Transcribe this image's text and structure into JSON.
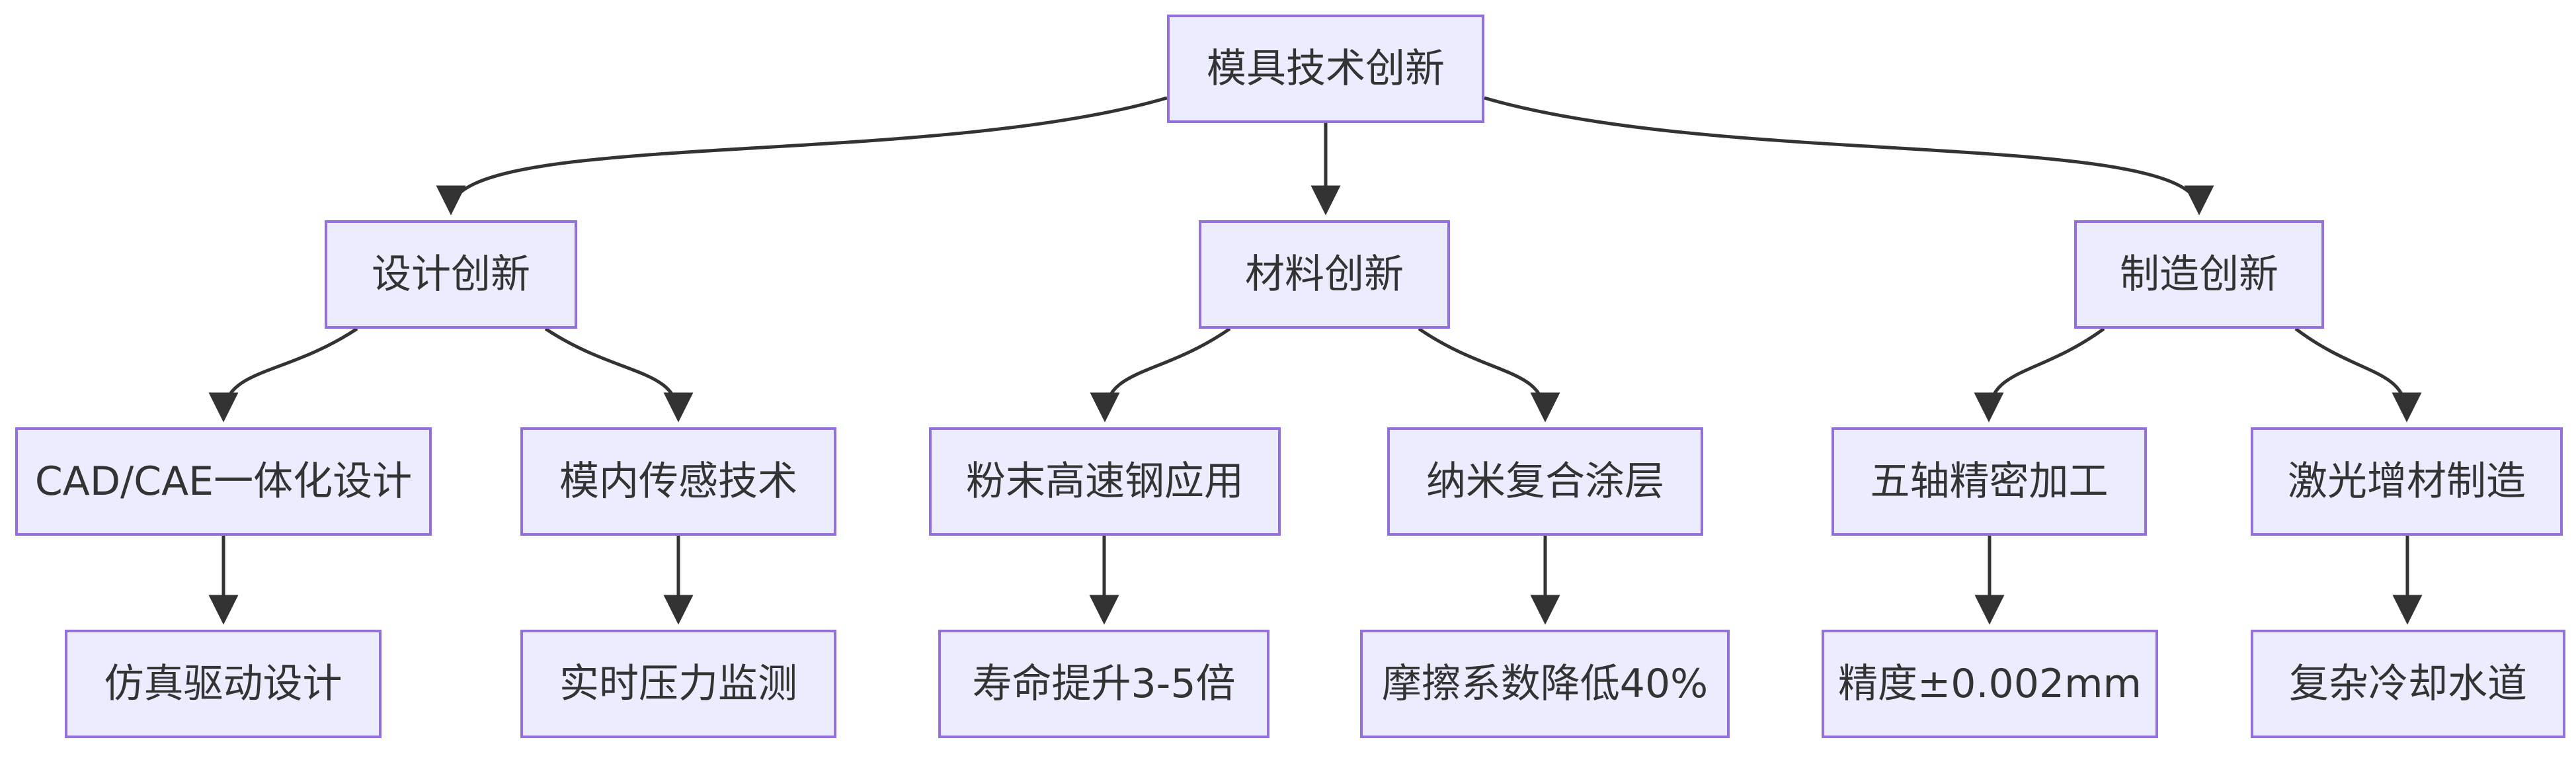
{
  "diagram": {
    "type": "flowchart-tree",
    "direction": "top-down",
    "background": "#FFFFFF"
  },
  "colors": {
    "node_fill": "#ECECFF",
    "node_border": "#9370DB",
    "node_text": "#333333",
    "edge_color": "#333333",
    "page_bg": "#FFFFFF"
  },
  "nodes": {
    "root": {
      "label": "模具技术创新"
    },
    "design": {
      "label": "设计创新"
    },
    "material": {
      "label": "材料创新"
    },
    "manufacturing": {
      "label": "制造创新"
    },
    "cad_cae": {
      "label": "CAD/CAE一体化设计"
    },
    "in_mold_sensing": {
      "label": "模内传感技术"
    },
    "powder_hss": {
      "label": "粉末高速钢应用"
    },
    "nano_coating": {
      "label": "纳米复合涂层"
    },
    "five_axis": {
      "label": "五轴精密加工"
    },
    "laser_am": {
      "label": "激光增材制造"
    },
    "simulation_design": {
      "label": "仿真驱动设计"
    },
    "realtime_pressure": {
      "label": "实时压力监测"
    },
    "life_improve": {
      "label": "寿命提升3-5倍"
    },
    "friction_reduce": {
      "label": "摩擦系数降低40%"
    },
    "precision": {
      "label": "精度±0.002mm"
    },
    "cooling_channel": {
      "label": "复杂冷却水道"
    }
  },
  "edges": [
    {
      "from": "root",
      "to": "design"
    },
    {
      "from": "root",
      "to": "material"
    },
    {
      "from": "root",
      "to": "manufacturing"
    },
    {
      "from": "design",
      "to": "cad_cae"
    },
    {
      "from": "design",
      "to": "in_mold_sensing"
    },
    {
      "from": "material",
      "to": "powder_hss"
    },
    {
      "from": "material",
      "to": "nano_coating"
    },
    {
      "from": "manufacturing",
      "to": "five_axis"
    },
    {
      "from": "manufacturing",
      "to": "laser_am"
    },
    {
      "from": "cad_cae",
      "to": "simulation_design"
    },
    {
      "from": "in_mold_sensing",
      "to": "realtime_pressure"
    },
    {
      "from": "powder_hss",
      "to": "life_improve"
    },
    {
      "from": "nano_coating",
      "to": "friction_reduce"
    },
    {
      "from": "five_axis",
      "to": "precision"
    },
    {
      "from": "laser_am",
      "to": "cooling_channel"
    }
  ]
}
